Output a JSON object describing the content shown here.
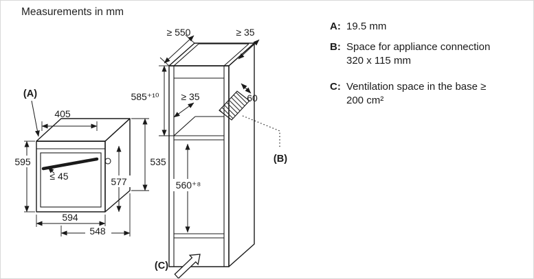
{
  "title": "Measurements in mm",
  "legend": {
    "a_key": "A:",
    "a_text": "19.5 mm",
    "b_key": "B:",
    "b_line1": "Space for appliance connection",
    "b_line2": "320 x 115 mm",
    "c_key": "C:",
    "c_line1": "Ventilation space in the base ≥",
    "c_line2": "200 cm²"
  },
  "diagram": {
    "oven": {
      "label_a": "(A)",
      "dim_top_width": "405",
      "dim_height": "595",
      "dim_handle": "≤ 45",
      "dim_door_height": "577",
      "dim_side_height": "535",
      "dim_width": "594",
      "dim_depth": "548"
    },
    "cabinet": {
      "dim_depth": "≥ 550",
      "dim_top_gap": "≥ 35",
      "dim_niche_height": "585⁺¹⁰",
      "dim_rear_gap": "≥ 35",
      "dim_connection_width": "60",
      "label_b": "(B)",
      "dim_lower_niche": "560⁺⁸",
      "label_c": "(C)"
    }
  },
  "colors": {
    "line_color": "#1a1a1a",
    "background": "#ffffff"
  }
}
